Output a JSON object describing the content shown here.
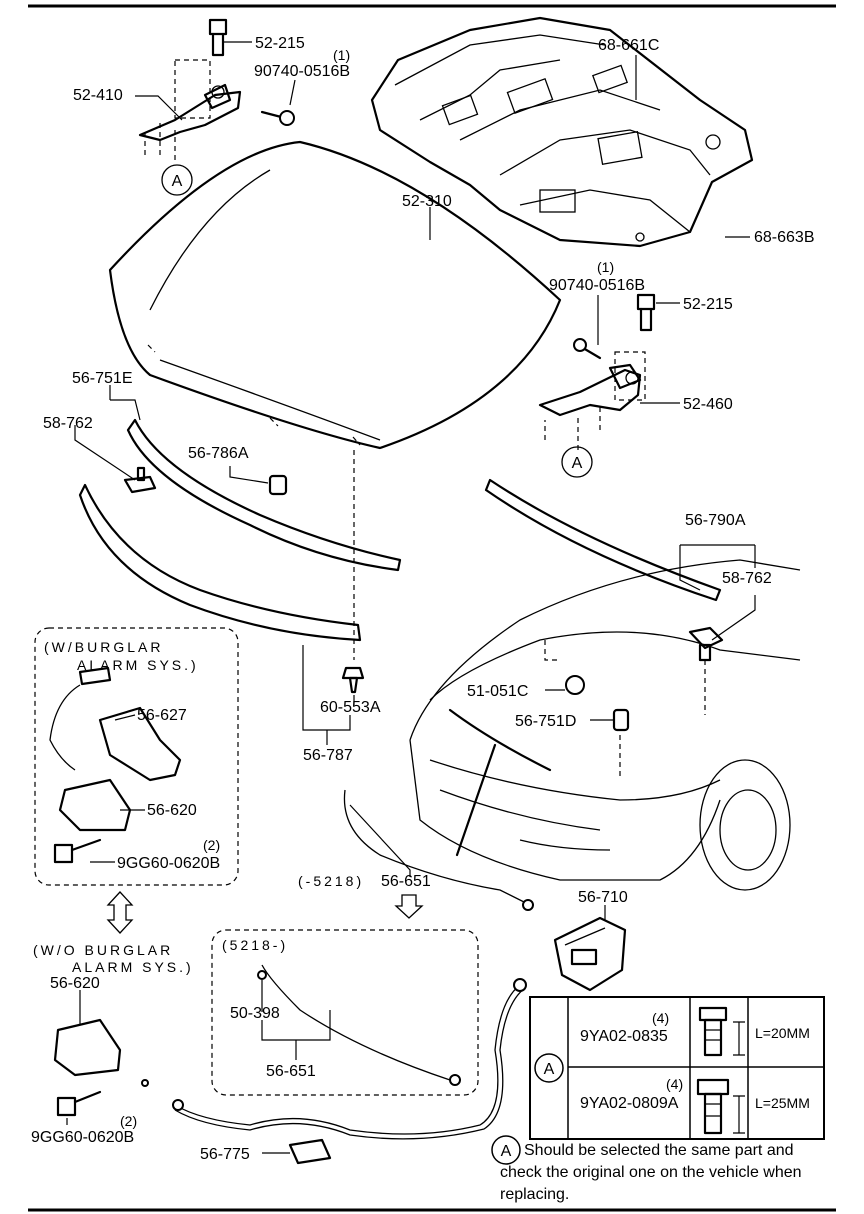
{
  "labels": {
    "p52_215_top": "52-215",
    "p90740_top": "90740-0516B",
    "q1_top": "(1)",
    "p52_410": "52-410",
    "p68_661c": "68-661C",
    "p52_310": "52-310",
    "p68_663b": "68-663B",
    "q1_mid": "(1)",
    "p90740_mid": "90740-0516B",
    "p52_215_mid": "52-215",
    "p52_460": "52-460",
    "p56_751e": "56-751E",
    "p58_762_left": "58-762",
    "p56_786a": "56-786A",
    "p56_790a": "56-790A",
    "p58_762_right": "58-762",
    "p51_051c": "51-051C",
    "p56_751d": "56-751D",
    "p60_553a": "60-553A",
    "p56_787": "56-787",
    "burglar_with_1": "(W/BURGLAR",
    "burglar_with_2": "ALARM SYS.)",
    "p56_627": "56-627",
    "p56_620_box": "56-620",
    "q2_box": "(2)",
    "p9gg60_box": "9GG60-0620B",
    "p56_651_top_prefix": "(-5218)",
    "p56_651_top": "56-651",
    "p56_710": "56-710",
    "burglar_without_1": "(W/O BURGLAR",
    "burglar_without_2": "ALARM SYS.)",
    "p56_620_lower": "56-620",
    "q5218": "(5218-)",
    "p50_398": "50-398",
    "p56_651_box": "56-651",
    "q2_lower": "(2)",
    "p9gg60_lower": "9GG60-0620B",
    "p56_775": "56-775",
    "callout_a": "A"
  },
  "table": {
    "circle_label": "A",
    "rows": [
      {
        "qty": "(4)",
        "part": "9YA02-0835",
        "length": "L=20MM"
      },
      {
        "qty": "(4)",
        "part": "9YA02-0809A",
        "length": "L=25MM"
      }
    ]
  },
  "note": {
    "circle_label": "A",
    "text": "Should be selected the same part and check the original one on the vehicle when replacing."
  }
}
